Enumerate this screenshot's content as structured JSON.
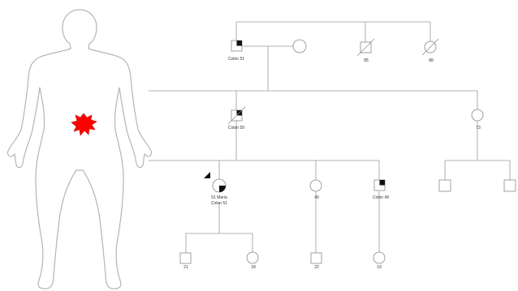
{
  "body_figure": {
    "icon": "human-body-outline",
    "lesion_icon": "red-starburst",
    "lesion_color": "#ff0000",
    "outline_color": "#b5b5b5"
  },
  "pedigree": {
    "line_color": "#9a9a9a",
    "affected_fill": "#111111",
    "individuals": [
      {
        "id": "g1-grandfather",
        "sex": "male",
        "affected": "upper-right-quadrant",
        "labels": [
          "Colon 51"
        ]
      },
      {
        "id": "g1-grandmother",
        "sex": "female",
        "affected": "none",
        "labels": []
      },
      {
        "id": "g1-male-2",
        "sex": "male",
        "affected": "none",
        "labels": [
          "85"
        ]
      },
      {
        "id": "g1-female-2",
        "sex": "female",
        "affected": "none",
        "labels": [
          "88"
        ]
      },
      {
        "id": "g2-father",
        "sex": "male",
        "affected": "upper-right-quadrant",
        "labels": [
          "Colon 59"
        ]
      },
      {
        "id": "g2-female",
        "sex": "female",
        "affected": "none",
        "labels": [
          "73"
        ]
      },
      {
        "id": "proband",
        "sex": "female",
        "affected": "lower-right-quadrant",
        "proband": true,
        "labels": [
          "51 Maria",
          "Colon 51"
        ]
      },
      {
        "id": "g3-female",
        "sex": "female",
        "affected": "none",
        "labels": [
          "49"
        ]
      },
      {
        "id": "g3-male",
        "sex": "male",
        "affected": "upper-right-quadrant",
        "labels": [
          "Colon 49"
        ]
      },
      {
        "id": "g3-male-b",
        "sex": "male",
        "affected": "none",
        "labels": []
      },
      {
        "id": "g3-male-c",
        "sex": "male",
        "affected": "none",
        "labels": []
      },
      {
        "id": "g4-male-1",
        "sex": "male",
        "affected": "none",
        "labels": [
          "21"
        ]
      },
      {
        "id": "g4-female-1",
        "sex": "female",
        "affected": "none",
        "labels": [
          "18"
        ]
      },
      {
        "id": "g4-male-2",
        "sex": "male",
        "affected": "none",
        "labels": [
          "22"
        ]
      },
      {
        "id": "g4-female-2",
        "sex": "female",
        "affected": "none",
        "labels": [
          "19"
        ]
      }
    ]
  }
}
